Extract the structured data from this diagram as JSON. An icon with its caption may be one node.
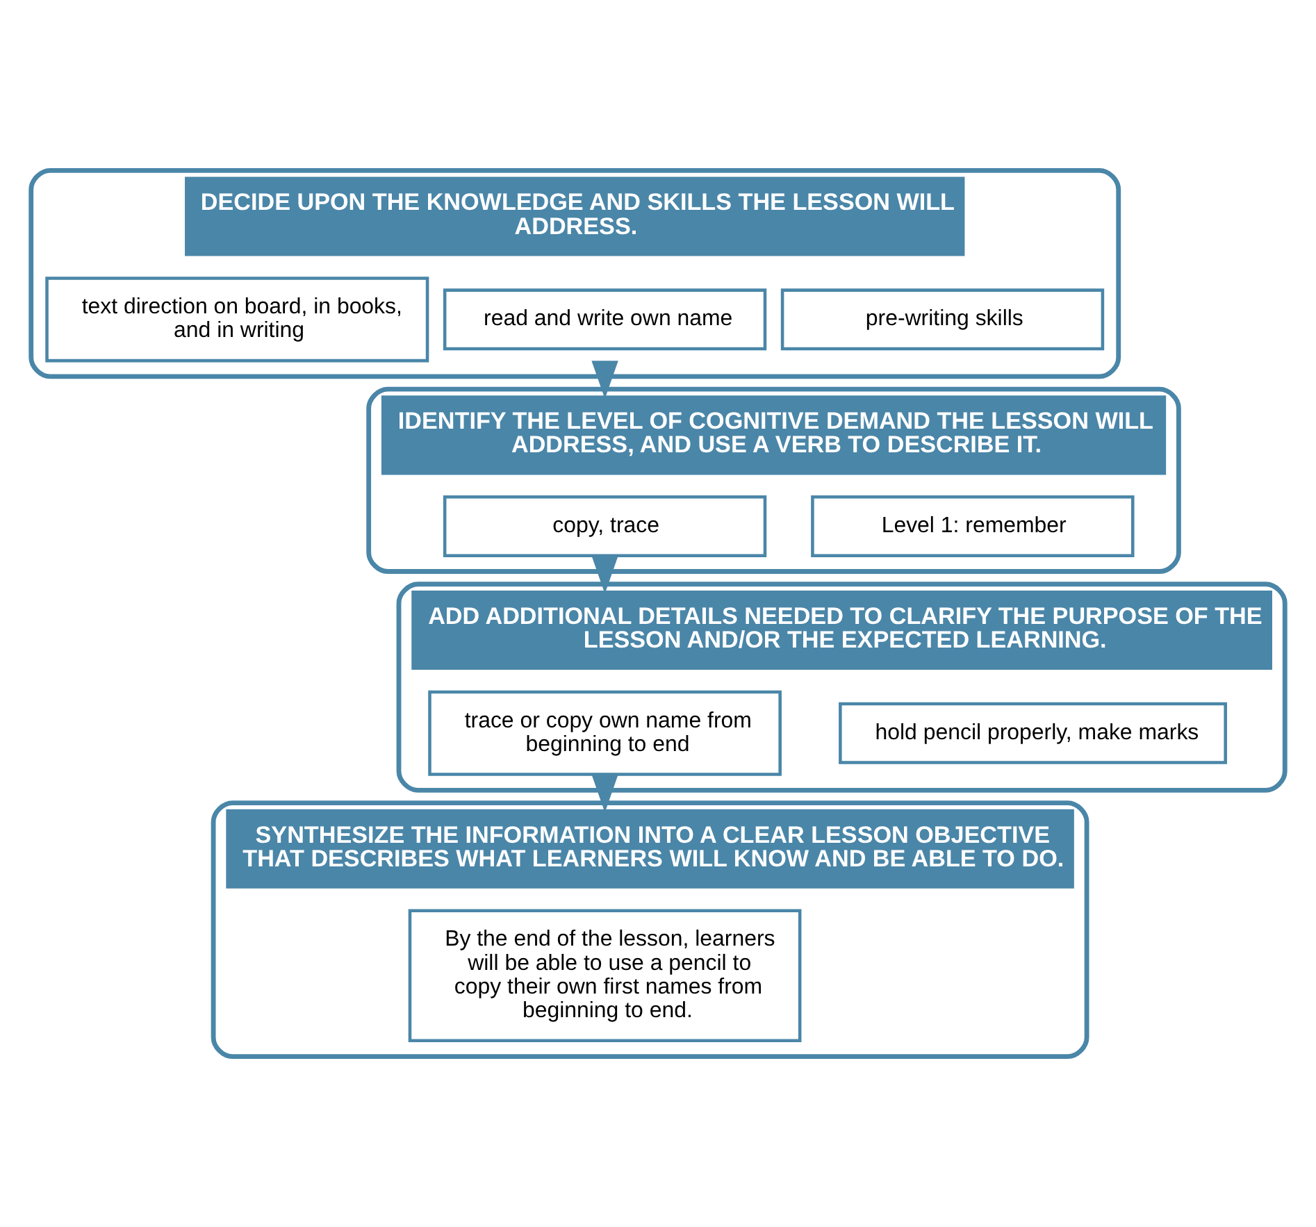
{
  "diagram": {
    "nodes": [
      {
        "text": [
          "DECIDE UPON THE KNOWLEDGE AND SKILLS THE LESSON WILL ADDRESS."
        ]
      },
      {
        "text": [
          "pre-writing skills"
        ],
        "in": 0
      },
      {
        "text": [
          "read and write own name"
        ],
        "in": 0
      },
      {
        "text": [
          "text direction on board, in books, and in writing"
        ],
        "in": 0
      },
      {
        "text": [
          "IDENTIFY THE LEVEL OF COGNITIVE DEMAND THE LESSON WILL ADDRESS, AND USE A VERB TO DESCRIBE IT."
        ]
      },
      {
        "text": [
          "Level 1: remember"
        ],
        "in": 4
      },
      {
        "text": [
          "copy, trace"
        ],
        "in": 4
      },
      {
        "text": [
          "ADD ADDITIONAL DETAILS NEEDED TO CLARIFY THE PURPOSE OF THE LESSON AND/OR THE EXPECTED LEARNING."
        ]
      },
      {
        "text": [
          "hold pencil properly, make marks"
        ],
        "in": 7
      },
      {
        "text": [
          "trace or copy own name from beginning to end"
        ],
        "in": 7
      },
      {
        "text": [
          "SYNTHESIZE THE INFORMATION INTO A CLEAR LESSON OBJECTIVE THAT DESCRIBES WHAT LEARNERS WILL KNOW AND BE ABLE TO DO."
        ]
      },
      {
        "text": [
          "By the end of the lesson, learners will be able to use a pencil to copy their own first names from beginning to end."
        ],
        "in": 10
      }
    ],
    "edges": [
      {
        "from": 0,
        "to": 4,
        "arrow": "to"
      },
      {
        "from": 4,
        "to": 7,
        "arrow": "to"
      },
      {
        "from": 7,
        "to": 10,
        "arrow": "to"
      }
    ]
  }
}
